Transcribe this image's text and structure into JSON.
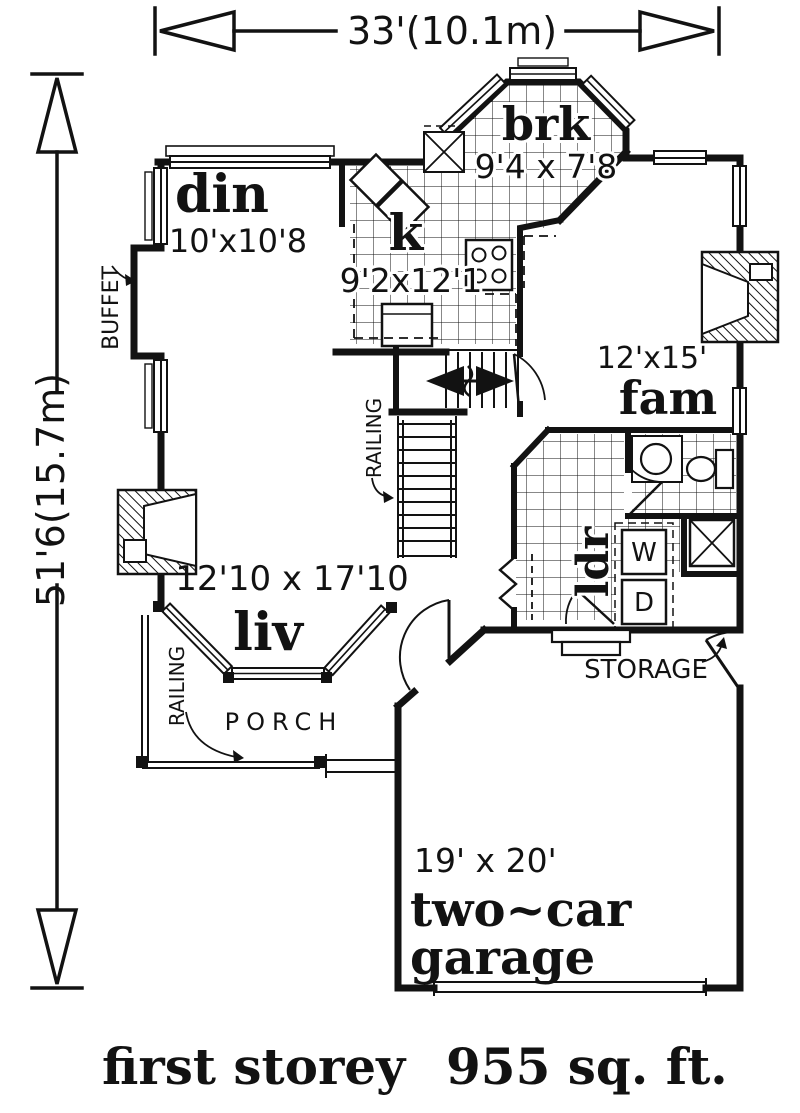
{
  "plan": {
    "dimensions": {
      "width_label": "33'(10.1m)",
      "height_label": "51'6(15.7m)"
    },
    "rooms": {
      "dining": {
        "name": "din",
        "size": "10'x10'8"
      },
      "kitchen": {
        "name": "k",
        "size": "9'2x12'1"
      },
      "breakfast": {
        "name": "brk",
        "size": "9'4 x 7'8"
      },
      "family": {
        "name": "fam",
        "size": "12'x15'"
      },
      "living": {
        "name": "liv",
        "size": "12'10 x 17'10"
      },
      "laundry": {
        "name": "ldr"
      },
      "garage": {
        "size": "19' x 20'",
        "name_line1": "two~car",
        "name_line2": "garage"
      }
    },
    "labels": {
      "buffet": "BUFFET",
      "railing_stairs": "RAILING",
      "railing_porch": "RAILING",
      "porch": "PORCH",
      "storage": "STORAGE",
      "washer": "W",
      "dryer": "D"
    },
    "caption": {
      "title": "first storey",
      "area": "955 sq. ft."
    },
    "colors": {
      "ink": "#121212",
      "paper": "#ffffff"
    }
  }
}
